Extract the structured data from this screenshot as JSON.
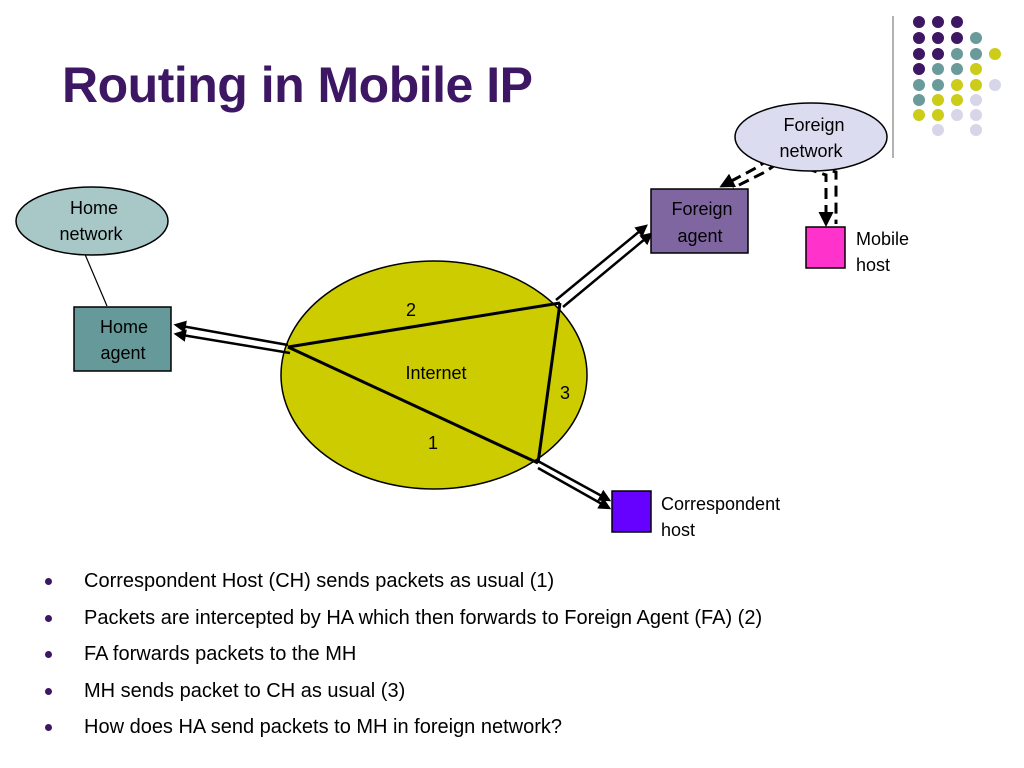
{
  "slide": {
    "title": "Routing in Mobile IP"
  },
  "diagram": {
    "home_network": [
      "Home",
      "network"
    ],
    "home_agent": [
      "Home",
      "agent"
    ],
    "internet": "Internet",
    "foreign_network": [
      "Foreign",
      "network"
    ],
    "foreign_agent": [
      "Foreign",
      "agent"
    ],
    "mobile_host": [
      "Mobile",
      "host"
    ],
    "correspondent_host": [
      "Correspondent",
      "host"
    ],
    "path_labels": [
      "2",
      "3",
      "1"
    ]
  },
  "bullets": [
    "Correspondent Host (CH) sends packets as usual (1)",
    "Packets are intercepted by HA which then forwards to Foreign Agent (FA) (2)",
    "FA forwards packets to the MH",
    "MH sends packet to CH as usual (3)",
    "How does HA send packets to MH in foreign network?"
  ],
  "colors": {
    "title": "#3d1763",
    "internet": "#cccc00",
    "home_network": "#a8c8c8",
    "home_agent": "#669999",
    "foreign_network": "#dcdcf0",
    "foreign_agent": "#8066a0",
    "mobile_host": "#ff33cc",
    "correspondent_host": "#6600ff",
    "dot_purple": "#3d1763",
    "dot_teal": "#6b9a9a",
    "dot_yellow": "#cccc1a",
    "dot_lavender": "#d6d6e8"
  }
}
